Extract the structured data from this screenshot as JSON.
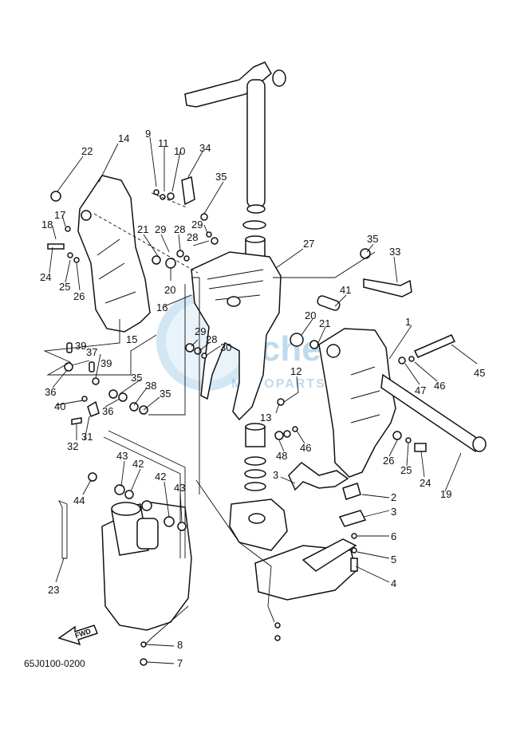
{
  "diagram": {
    "code": "65J0100-0200",
    "fwd_label": "FWD",
    "watermark": {
      "name": "e-fiche",
      "color": "#7fb6df"
    },
    "callouts": [
      "1",
      "2",
      "3",
      "3",
      "4",
      "5",
      "6",
      "7",
      "8",
      "9",
      "10",
      "11",
      "12",
      "13",
      "14",
      "15",
      "16",
      "17",
      "18",
      "19",
      "20",
      "20",
      "21",
      "21",
      "22",
      "23",
      "24",
      "24",
      "25",
      "25",
      "26",
      "26",
      "27",
      "28",
      "28",
      "28",
      "29",
      "29",
      "29",
      "30",
      "31",
      "32",
      "33",
      "34",
      "35",
      "35",
      "35",
      "35",
      "36",
      "36",
      "37",
      "38",
      "39",
      "39",
      "40",
      "41",
      "42",
      "42",
      "43",
      "43",
      "44",
      "45",
      "46",
      "46",
      "47",
      "48"
    ]
  }
}
